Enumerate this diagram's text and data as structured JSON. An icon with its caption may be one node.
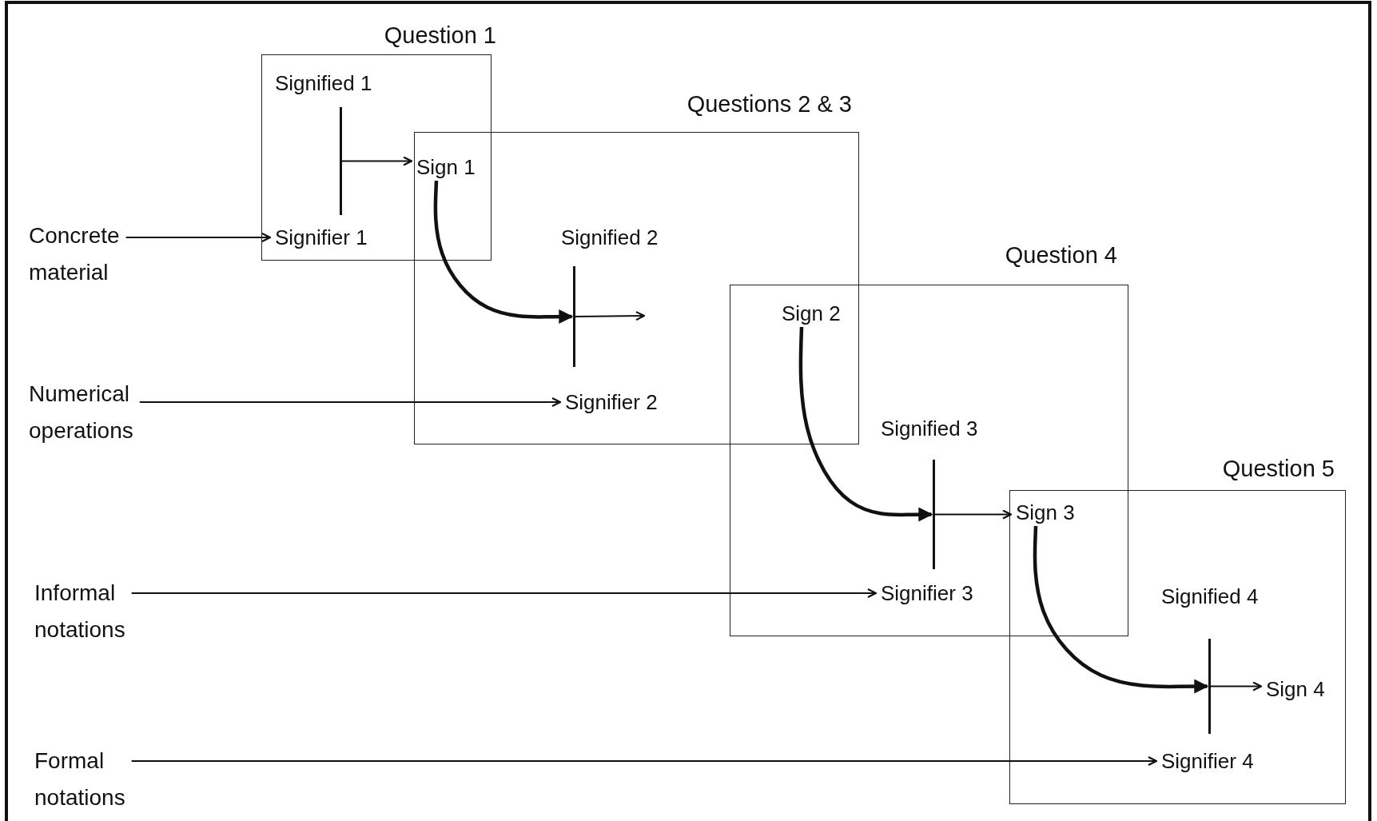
{
  "diagram": {
    "nodes": [
      {
        "text": [
          "Question 1"
        ]
      },
      {
        "text": [
          "Signified 1"
        ],
        "in": 0
      },
      {
        "text": [],
        "shape": "bar",
        "in": 0
      },
      {
        "text": [
          "Signifier 1"
        ],
        "in": 0
      },
      {
        "text": [
          "Sign 1"
        ]
      },
      {
        "text": [
          "Concrete material"
        ]
      },
      {
        "text": [
          "Questions 2 & 3"
        ]
      },
      {
        "text": [
          "Signified 2"
        ],
        "in": 6
      },
      {
        "text": [],
        "shape": "bar",
        "in": 6
      },
      {
        "text": [
          "Signifier 2"
        ],
        "in": 6
      },
      {
        "text": [
          "Numerical operations"
        ]
      },
      {
        "text": [
          "Question 4"
        ]
      },
      {
        "text": [
          "Sign 2"
        ]
      },
      {
        "text": [
          "Signified 3"
        ],
        "in": 11
      },
      {
        "text": [],
        "shape": "bar",
        "in": 11
      },
      {
        "text": [
          "Signifier 3"
        ],
        "in": 11
      },
      {
        "text": [
          "Informal notations"
        ]
      },
      {
        "text": [
          "Question 5"
        ]
      },
      {
        "text": [
          "Sign 3"
        ]
      },
      {
        "text": [
          "Signified 4"
        ],
        "in": 17
      },
      {
        "text": [],
        "shape": "bar",
        "in": 17
      },
      {
        "text": [
          "Sign 4"
        ],
        "in": 17
      },
      {
        "text": [
          "Signifier 4"
        ],
        "in": 17
      },
      {
        "text": [
          "Formal notations"
        ]
      }
    ],
    "edges": [
      {
        "from": 5,
        "to": 3,
        "arrow": "to"
      },
      {
        "from": 2,
        "to": 4,
        "arrow": "to"
      },
      {
        "from": 4,
        "to": 8,
        "arrow": "to",
        "style": "thick"
      },
      {
        "from": 8,
        "to": null,
        "arrow": "to"
      },
      {
        "from": 10,
        "to": 9,
        "arrow": "to"
      },
      {
        "from": 12,
        "to": 14,
        "arrow": "to",
        "style": "thick"
      },
      {
        "from": 14,
        "to": 18,
        "arrow": "to"
      },
      {
        "from": 16,
        "to": 15,
        "arrow": "to"
      },
      {
        "from": 18,
        "to": 20,
        "arrow": "to",
        "style": "thick"
      },
      {
        "from": 20,
        "to": 21,
        "arrow": "to"
      },
      {
        "from": 23,
        "to": 22,
        "arrow": "to"
      }
    ]
  }
}
